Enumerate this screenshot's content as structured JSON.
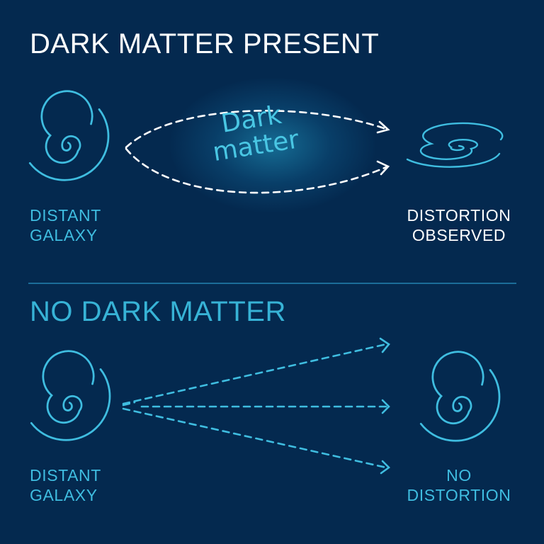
{
  "colors": {
    "background": "#04294f",
    "accent_cyan": "#3fbde0",
    "title_white": "#ffffff",
    "divider": "#1b6d99"
  },
  "top_panel": {
    "title": "DARK MATTER PRESENT",
    "source_label_line1": "DISTANT",
    "source_label_line2": "GALAXY",
    "lens_label_line1": "Dark",
    "lens_label_line2": "matter",
    "result_label_line1": "DISTORTION",
    "result_label_line2": "OBSERVED",
    "source_icon": "spiral-galaxy-icon",
    "result_icon": "distorted-galaxy-icon"
  },
  "bottom_panel": {
    "title": "NO DARK MATTER",
    "source_label_line1": "DISTANT",
    "source_label_line2": "GALAXY",
    "result_label_line1": "NO",
    "result_label_line2": "DISTORTION",
    "source_icon": "spiral-galaxy-icon",
    "result_icon": "spiral-galaxy-icon"
  }
}
